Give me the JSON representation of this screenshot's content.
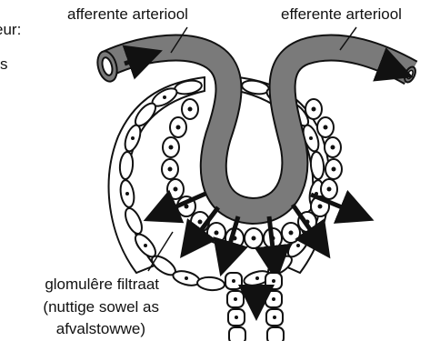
{
  "labels": {
    "corner_top": "eur:",
    "corner_bottom": "s",
    "afferent": "afferente arteriool",
    "efferent": "efferente arteriool",
    "filtrate_line1": "glomulêre filtraat",
    "filtrate_line2": "(nuttige sowel as",
    "filtrate_line3": "afvalstowwe)"
  },
  "colors": {
    "vessel_fill": "#7a7a7a",
    "outline": "#111111"
  }
}
